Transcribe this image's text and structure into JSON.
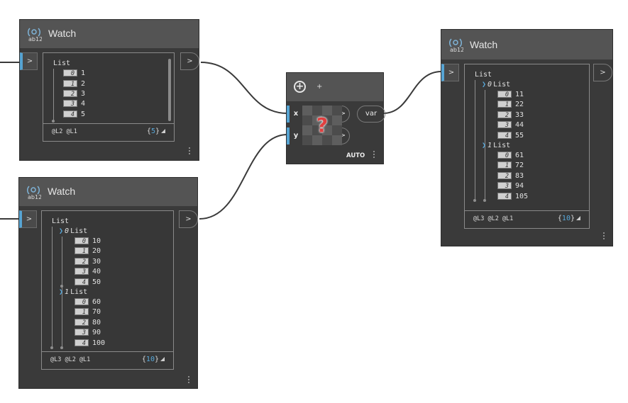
{
  "colors": {
    "accent": "#56a4d3",
    "wire": "#3a3a3a",
    "node_bg": "#3a3a3a",
    "node_header": "#545454"
  },
  "watch_a": {
    "title": "Watch",
    "icon": "watch-node-icon",
    "in_port": ">",
    "out_port": ">",
    "root": "List",
    "items": [
      {
        "i": "0",
        "v": "1"
      },
      {
        "i": "1",
        "v": "2"
      },
      {
        "i": "2",
        "v": "3"
      },
      {
        "i": "3",
        "v": "4"
      },
      {
        "i": "4",
        "v": "5"
      }
    ],
    "levels": "@L2 @L1",
    "count_open": "{",
    "count": "5",
    "count_close": "}"
  },
  "watch_b": {
    "title": "Watch",
    "icon": "watch-node-icon",
    "in_port": ">",
    "out_port": ">",
    "root": "List",
    "groups": [
      {
        "idx": "0",
        "label": "List",
        "items": [
          {
            "i": "0",
            "v": "10"
          },
          {
            "i": "1",
            "v": "20"
          },
          {
            "i": "2",
            "v": "30"
          },
          {
            "i": "3",
            "v": "40"
          },
          {
            "i": "4",
            "v": "50"
          }
        ]
      },
      {
        "idx": "1",
        "label": "List",
        "items": [
          {
            "i": "0",
            "v": "60"
          },
          {
            "i": "1",
            "v": "70"
          },
          {
            "i": "2",
            "v": "80"
          },
          {
            "i": "3",
            "v": "90"
          },
          {
            "i": "4",
            "v": "100"
          }
        ]
      }
    ],
    "levels": "@L3 @L2 @L1",
    "count_open": "{",
    "count": "10",
    "count_close": "}"
  },
  "watch_c": {
    "title": "Watch",
    "icon": "watch-node-icon",
    "in_port": ">",
    "out_port": ">",
    "root": "List",
    "groups": [
      {
        "idx": "0",
        "label": "List",
        "items": [
          {
            "i": "0",
            "v": "11"
          },
          {
            "i": "1",
            "v": "22"
          },
          {
            "i": "2",
            "v": "33"
          },
          {
            "i": "3",
            "v": "44"
          },
          {
            "i": "4",
            "v": "55"
          }
        ]
      },
      {
        "idx": "1",
        "label": "List",
        "items": [
          {
            "i": "0",
            "v": "61"
          },
          {
            "i": "1",
            "v": "72"
          },
          {
            "i": "2",
            "v": "83"
          },
          {
            "i": "3",
            "v": "94"
          },
          {
            "i": "4",
            "v": "105"
          }
        ]
      }
    ],
    "levels": "@L3 @L2 @L1",
    "count_open": "{",
    "count": "10",
    "count_close": "}"
  },
  "code_block": {
    "add_label": "+",
    "inputs": [
      {
        "name": "x",
        "arrow": ">"
      },
      {
        "name": "y",
        "arrow": ">"
      }
    ],
    "output": "var",
    "lacing": "AUTO",
    "preview_icon": "question-mark-icon",
    "preview_glyph": "?"
  }
}
